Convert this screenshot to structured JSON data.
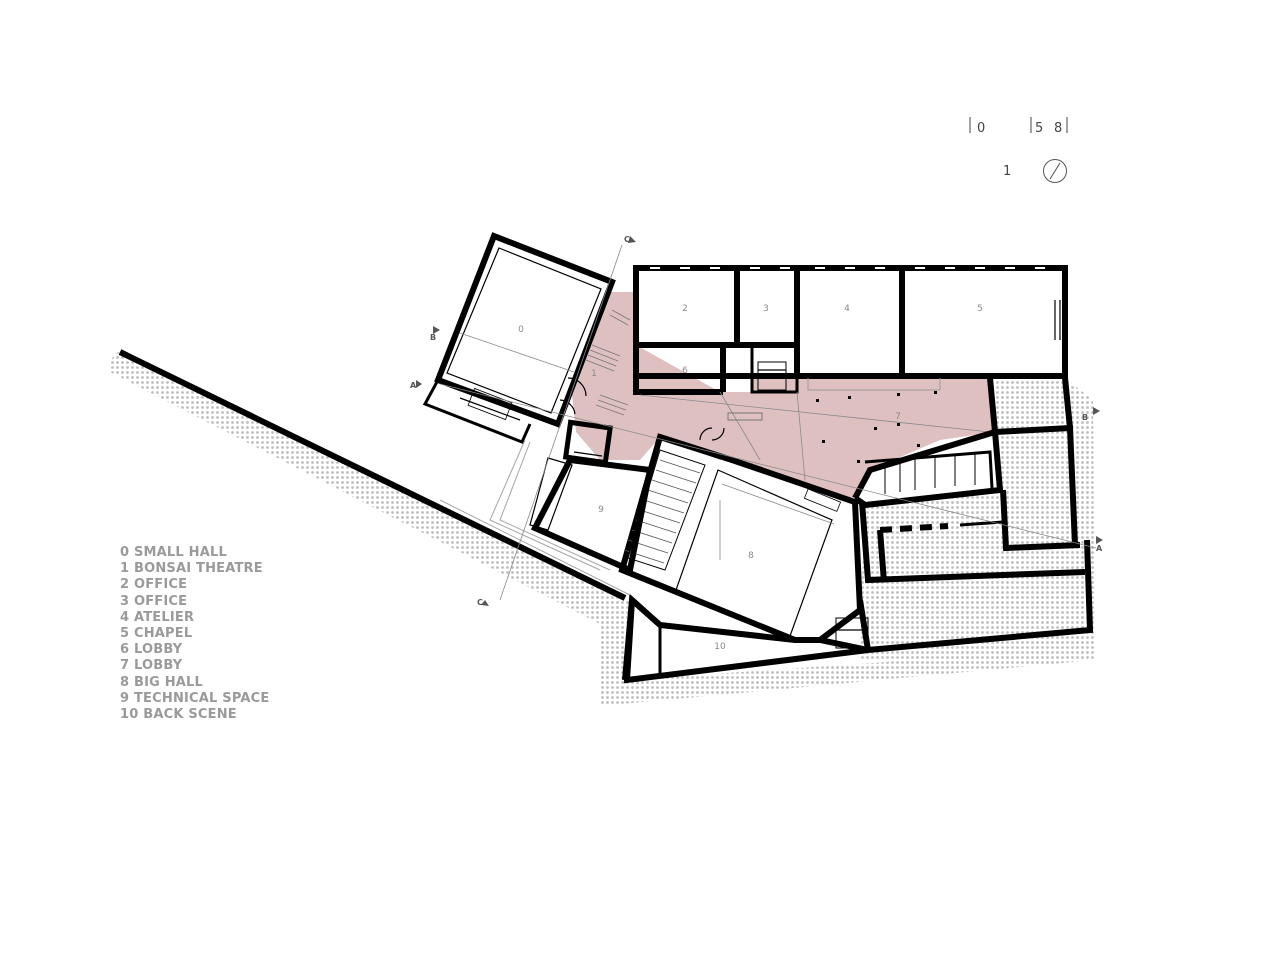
{
  "scale_bar": {
    "labels": [
      "0",
      "5",
      "8"
    ]
  },
  "level_marker": {
    "level": "1"
  },
  "section_markers": {
    "a": "A",
    "b": "B",
    "c": "C"
  },
  "rooms": [
    "0",
    "1",
    "2",
    "3",
    "4",
    "5",
    "6",
    "7",
    "8",
    "9",
    "10"
  ],
  "legend": [
    "0 SMALL HALL",
    "1 BONSAI THEATRE",
    "2 OFFICE",
    "3 OFFICE",
    "4 ATELIER",
    "5 CHAPEL",
    "6 LOBBY",
    "7 LOBBY",
    "8 BIG HALL",
    "9 TECHNICAL SPACE",
    "10 BACK SCENE"
  ],
  "colors": {
    "lobby_fill": "#dfc0c1",
    "wall": "#000000",
    "hatch": "#cfcfcf",
    "label": "#9a9a9a"
  }
}
